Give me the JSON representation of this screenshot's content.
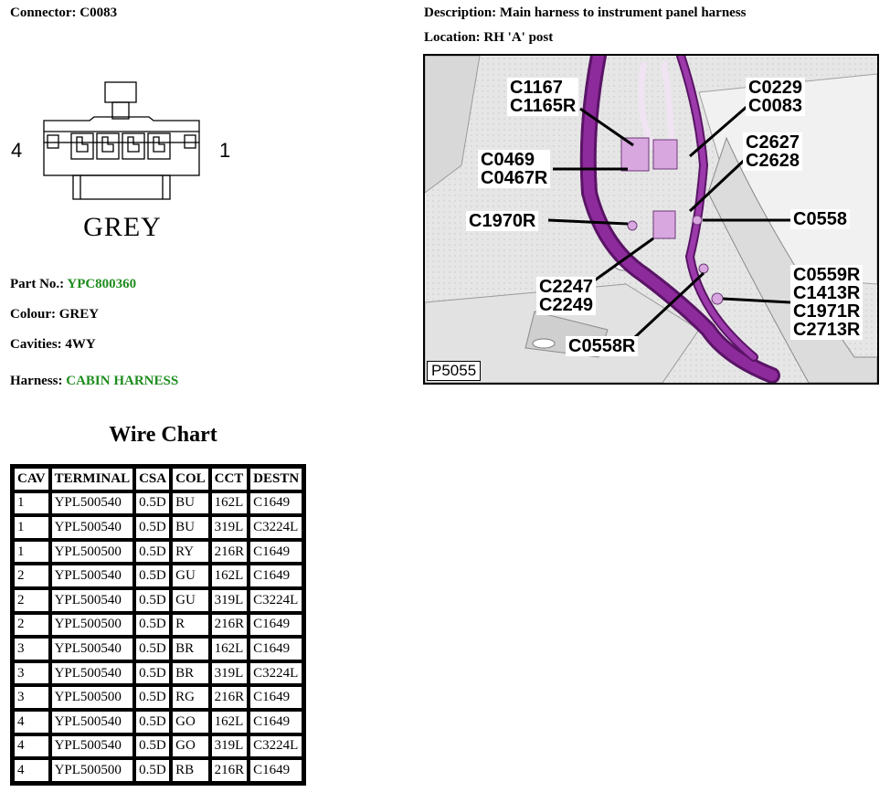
{
  "connector": {
    "label": "Connector:",
    "value": "C0083"
  },
  "description": {
    "label": "Description:",
    "value": "Main harness to instrument panel harness"
  },
  "location": {
    "label": "Location:",
    "value": "RH 'A' post"
  },
  "diagram": {
    "pin_left": "4",
    "pin_right": "1",
    "colour_label": "GREY"
  },
  "part_no": {
    "label": "Part No.:",
    "value": "YPC800360"
  },
  "colour": {
    "label": "Colour:",
    "value": "GREY"
  },
  "cavities": {
    "label": "Cavities:",
    "value": "4WY"
  },
  "harness": {
    "label": "Harness:",
    "value": "CABIN HARNESS"
  },
  "colors": {
    "link_green": "#1e8c1e",
    "harness_purple": "#7a1f86",
    "connector_pink": "#d9a7df"
  },
  "photo": {
    "ref": "P5055",
    "callouts": {
      "c1167": "C1167",
      "c1165r": "C1165R",
      "c0229": "C0229",
      "c0083": "C0083",
      "c0469": "C0469",
      "c0467r": "C0467R",
      "c2627": "C2627",
      "c2628": "C2628",
      "c1970r": "C1970R",
      "c0558": "C0558",
      "c2247": "C2247",
      "c2249": "C2249",
      "c0559r": "C0559R",
      "c1413r": "C1413R",
      "c1971r": "C1971R",
      "c2713r": "C2713R",
      "c0558r": "C0558R"
    }
  },
  "wire_chart": {
    "title": "Wire Chart",
    "headers": [
      "CAV",
      "TERMINAL",
      "CSA",
      "COL",
      "CCT",
      "DESTN"
    ],
    "rows": [
      [
        "1",
        "YPL500540",
        "0.5D",
        "BU",
        "162L",
        "C1649"
      ],
      [
        "1",
        "YPL500540",
        "0.5D",
        "BU",
        "319L",
        "C3224L"
      ],
      [
        "1",
        "YPL500500",
        "0.5D",
        "RY",
        "216R",
        "C1649"
      ],
      [
        "2",
        "YPL500540",
        "0.5D",
        "GU",
        "162L",
        "C1649"
      ],
      [
        "2",
        "YPL500540",
        "0.5D",
        "GU",
        "319L",
        "C3224L"
      ],
      [
        "2",
        "YPL500500",
        "0.5D",
        "R",
        "216R",
        "C1649"
      ],
      [
        "3",
        "YPL500540",
        "0.5D",
        "BR",
        "162L",
        "C1649"
      ],
      [
        "3",
        "YPL500540",
        "0.5D",
        "BR",
        "319L",
        "C3224L"
      ],
      [
        "3",
        "YPL500500",
        "0.5D",
        "RG",
        "216R",
        "C1649"
      ],
      [
        "4",
        "YPL500540",
        "0.5D",
        "GO",
        "162L",
        "C1649"
      ],
      [
        "4",
        "YPL500540",
        "0.5D",
        "GO",
        "319L",
        "C3224L"
      ],
      [
        "4",
        "YPL500500",
        "0.5D",
        "RB",
        "216R",
        "C1649"
      ]
    ]
  }
}
